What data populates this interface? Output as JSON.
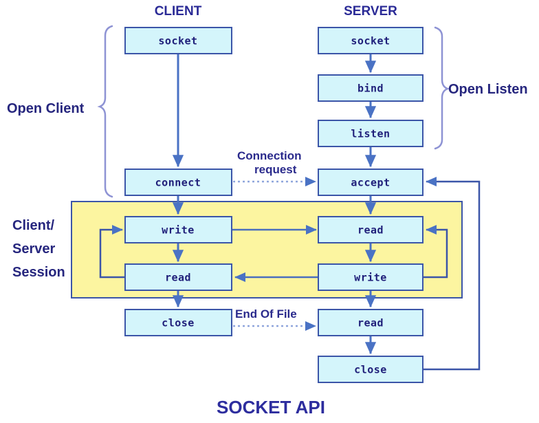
{
  "figure": {
    "title": "SOCKET API",
    "columns": {
      "client_heading": "CLIENT",
      "server_heading": "SERVER"
    },
    "group_labels": {
      "open_client": "Open Client",
      "open_listen": "Open Listen",
      "session_line1": "Client/",
      "session_line2": "Server",
      "session_line3": "Session"
    },
    "edge_labels": {
      "connection_request_line1": "Connection",
      "connection_request_line2": "request",
      "end_of_file": "End Of File"
    },
    "colors": {
      "box_fill": "#d4f5fb",
      "box_stroke": "#3b55a8",
      "session_fill": "#fcf5a0",
      "arrow": "#4a72c4",
      "dotted_arrow": "#8fa6dc",
      "brace": "#8e93d4",
      "text_navy": "#26267e",
      "title": "#2d2d9e",
      "background": "#ffffff"
    },
    "client_boxes": [
      {
        "id": "client-socket",
        "label": "socket"
      },
      {
        "id": "client-connect",
        "label": "connect"
      },
      {
        "id": "client-write",
        "label": "write"
      },
      {
        "id": "client-read",
        "label": "read"
      },
      {
        "id": "client-close",
        "label": "close"
      }
    ],
    "server_boxes": [
      {
        "id": "server-socket",
        "label": "socket"
      },
      {
        "id": "server-bind",
        "label": "bind"
      },
      {
        "id": "server-listen",
        "label": "listen"
      },
      {
        "id": "server-accept",
        "label": "accept"
      },
      {
        "id": "server-read",
        "label": "read"
      },
      {
        "id": "server-write",
        "label": "write"
      },
      {
        "id": "server-read2",
        "label": "read"
      },
      {
        "id": "server-close",
        "label": "close"
      }
    ]
  }
}
